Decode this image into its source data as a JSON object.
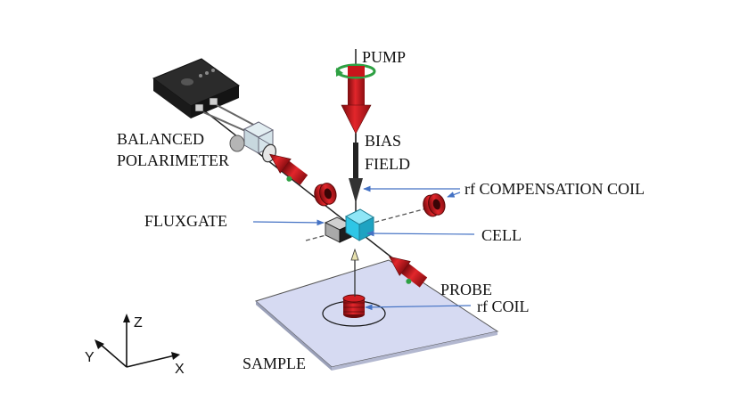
{
  "labels": {
    "pump": "PUMP",
    "bias_line1": "BIAS",
    "bias_line2": "FIELD",
    "polarimeter_line1": "BALANCED",
    "polarimeter_line2": "POLARIMETER",
    "rf_compensation_coil": "rf COMPENSATION COIL",
    "fluxgate": "FLUXGATE",
    "cell": "CELL",
    "probe": "PROBE",
    "rf_coil": "rf COIL",
    "sample": "SAMPLE"
  },
  "axes": {
    "z": "Z",
    "y": "Y",
    "x": "X"
  },
  "colors": {
    "arrow_red": "#c8151b",
    "cell_cyan": "#2ec6e6",
    "sample_plate": "#d6daf2",
    "pointer_blue": "#4472c4",
    "rotation_green": "#2ea043"
  },
  "icons": {
    "polarimeter": "polarimeter-box-icon",
    "cell": "cell-cube-icon",
    "fluxgate": "fluxgate-icon"
  }
}
